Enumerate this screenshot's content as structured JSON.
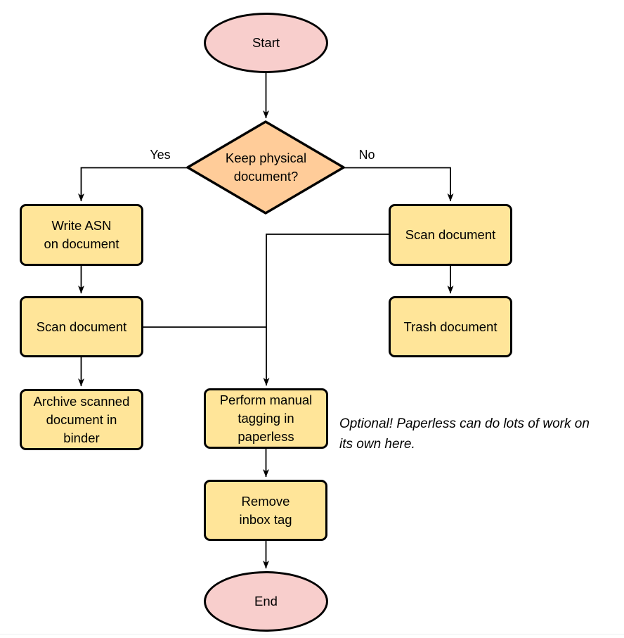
{
  "nodes": {
    "start": {
      "label": "Start"
    },
    "decision": {
      "lines": [
        "Keep physical",
        "document?"
      ]
    },
    "write_asn": {
      "lines": [
        "Write ASN",
        "on document"
      ]
    },
    "scan_right": {
      "label": "Scan document"
    },
    "scan_left": {
      "label": "Scan document"
    },
    "trash": {
      "label": "Trash document"
    },
    "archive": {
      "lines": [
        "Archive scanned",
        "document in",
        "binder"
      ]
    },
    "tagging": {
      "lines": [
        "Perform manual",
        "tagging in",
        "paperless"
      ]
    },
    "remove_inbox": {
      "lines": [
        "Remove",
        "inbox tag"
      ]
    },
    "end": {
      "label": "End"
    }
  },
  "edge_labels": {
    "yes": "Yes",
    "no": "No"
  },
  "annotation": {
    "lines": [
      "Optional! Paperless can do lots of work on",
      "its own here."
    ]
  },
  "colors": {
    "terminal_fill": "#F8CECC",
    "decision_fill": "#FFCC99",
    "process_fill": "#FFE599",
    "stroke": "#000000",
    "background": "#FFFFFF"
  }
}
